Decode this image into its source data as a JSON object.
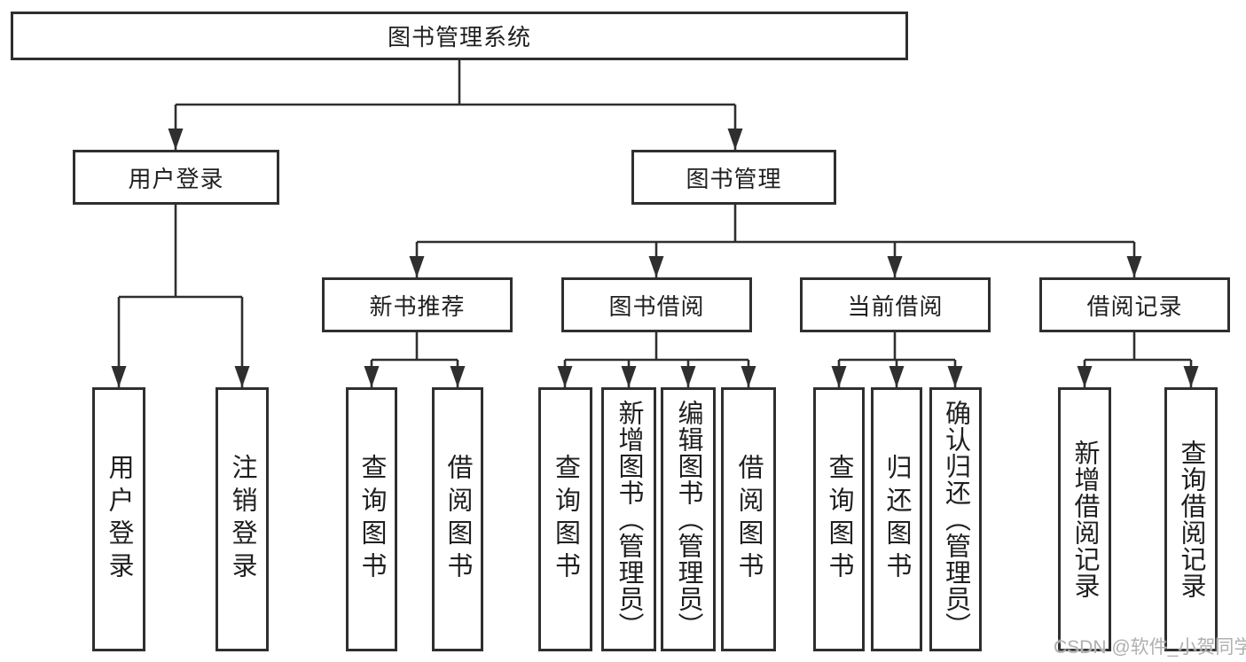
{
  "tree": {
    "label": "图书管理系统",
    "children": [
      {
        "label": "用户登录",
        "children": [
          {
            "label": "用户登录"
          },
          {
            "label": "注销登录"
          }
        ]
      },
      {
        "label": "图书管理",
        "children": [
          {
            "label": "新书推荐",
            "children": [
              {
                "label": "查询图书"
              },
              {
                "label": "借阅图书"
              }
            ]
          },
          {
            "label": "图书借阅",
            "children": [
              {
                "label": "查询图书"
              },
              {
                "label": "新增图书（管理员）"
              },
              {
                "label": "编辑图书（管理员）"
              },
              {
                "label": "借阅图书"
              }
            ]
          },
          {
            "label": "当前借阅",
            "children": [
              {
                "label": "查询图书"
              },
              {
                "label": "归还图书"
              },
              {
                "label": "确认归还（管理员）"
              }
            ]
          },
          {
            "label": "借阅记录",
            "children": [
              {
                "label": "新增借阅记录"
              },
              {
                "label": "查询借阅记录"
              }
            ]
          }
        ]
      }
    ]
  },
  "watermark": "CSDN @软件_小贺同学",
  "colors": {
    "line": "#2f2f2f",
    "text": "#1f1f1f",
    "background": "#ffffff",
    "watermark": "#b0b0b0"
  }
}
